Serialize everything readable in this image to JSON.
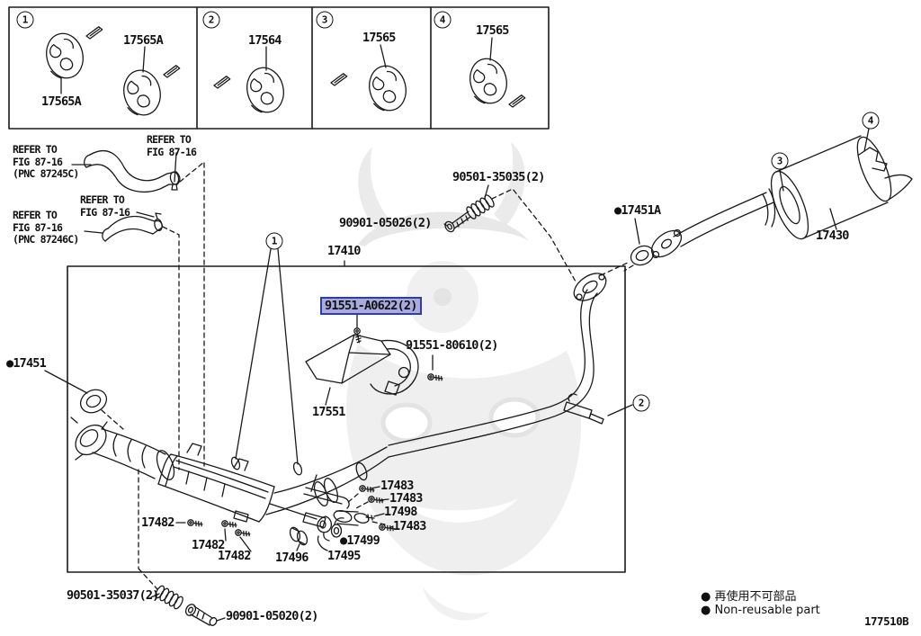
{
  "doc_code": "177510B",
  "legend": {
    "jp": "● 再使用不可部品",
    "en": "● Non-reusable part"
  },
  "callout_boxes": [
    {
      "num": "1",
      "labels": [
        "17565A",
        "17565A"
      ]
    },
    {
      "num": "2",
      "labels": [
        "17564"
      ]
    },
    {
      "num": "3",
      "labels": [
        "17565"
      ]
    },
    {
      "num": "4",
      "labels": [
        "17565"
      ]
    }
  ],
  "diagram_callouts": {
    "c1": "1",
    "c2": "2",
    "c3": "3",
    "c4": "4"
  },
  "refer_notes": {
    "n1": [
      "REFER TO",
      "FIG 87-16",
      "(PNC 87245C)"
    ],
    "n2": [
      "REFER TO",
      "FIG 87-16"
    ],
    "n3": [
      "REFER TO",
      "FIG 87-16"
    ],
    "n4": [
      "REFER TO",
      "FIG 87-16",
      "(PNC 87246C)"
    ]
  },
  "labels": {
    "bolt_35035": "90501-35035(2)",
    "bolt_05026": "90901-05026(2)",
    "assy_17410": "17410",
    "gasket_17451a": "●17451A",
    "muffler_17430": "17430",
    "bolt_a0622": "91551-A0622(2)",
    "bolt_80610": "91551-80610(2)",
    "shield_17551": "17551",
    "gasket_17451": "●17451",
    "b17482_1": "17482",
    "b17482_2": "17482",
    "b17482_3": "17482",
    "clamp_17496": "17496",
    "hanger_17495": "17495",
    "b17483_1": "17483",
    "b17483_2": "17483",
    "b17483_3": "17483",
    "damper_17498": "17498",
    "grommet_17499": "●17499",
    "bolt_35037": "90501-35037(2)",
    "bolt_05020": "90901-05020(2)"
  },
  "highlight_colors": {
    "bg": "#a8abdc",
    "border": "#303f9f"
  }
}
